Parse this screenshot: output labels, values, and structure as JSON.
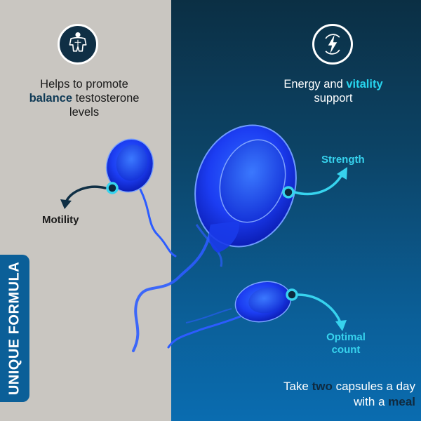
{
  "left_feature": {
    "line1": "Helps to promote",
    "highlight": "balance",
    "line2": " testosterone",
    "line3": "levels",
    "icon": "muscular-body-icon"
  },
  "right_feature": {
    "line1_a": "Energy and ",
    "highlight": "vitality",
    "line2": "support",
    "icon": "lightning-bolt-icon"
  },
  "labels": {
    "motility": "Motility",
    "strength": "Strength",
    "optimal_line1": "Optimal",
    "optimal_line2": "count"
  },
  "side_tab": {
    "text": "UNIQUE FORMULA"
  },
  "dosage": {
    "part1": "Take ",
    "highlight1": "two",
    "part2": " capsules a day",
    "part3": "with a ",
    "highlight2": "meal"
  },
  "colors": {
    "left_bg": "#c9c6c1",
    "right_bg_top": "#0b2f44",
    "right_bg_bottom": "#0a6cb0",
    "accent_cyan": "#37d3ee",
    "cell_blue": "#1f4fff"
  }
}
